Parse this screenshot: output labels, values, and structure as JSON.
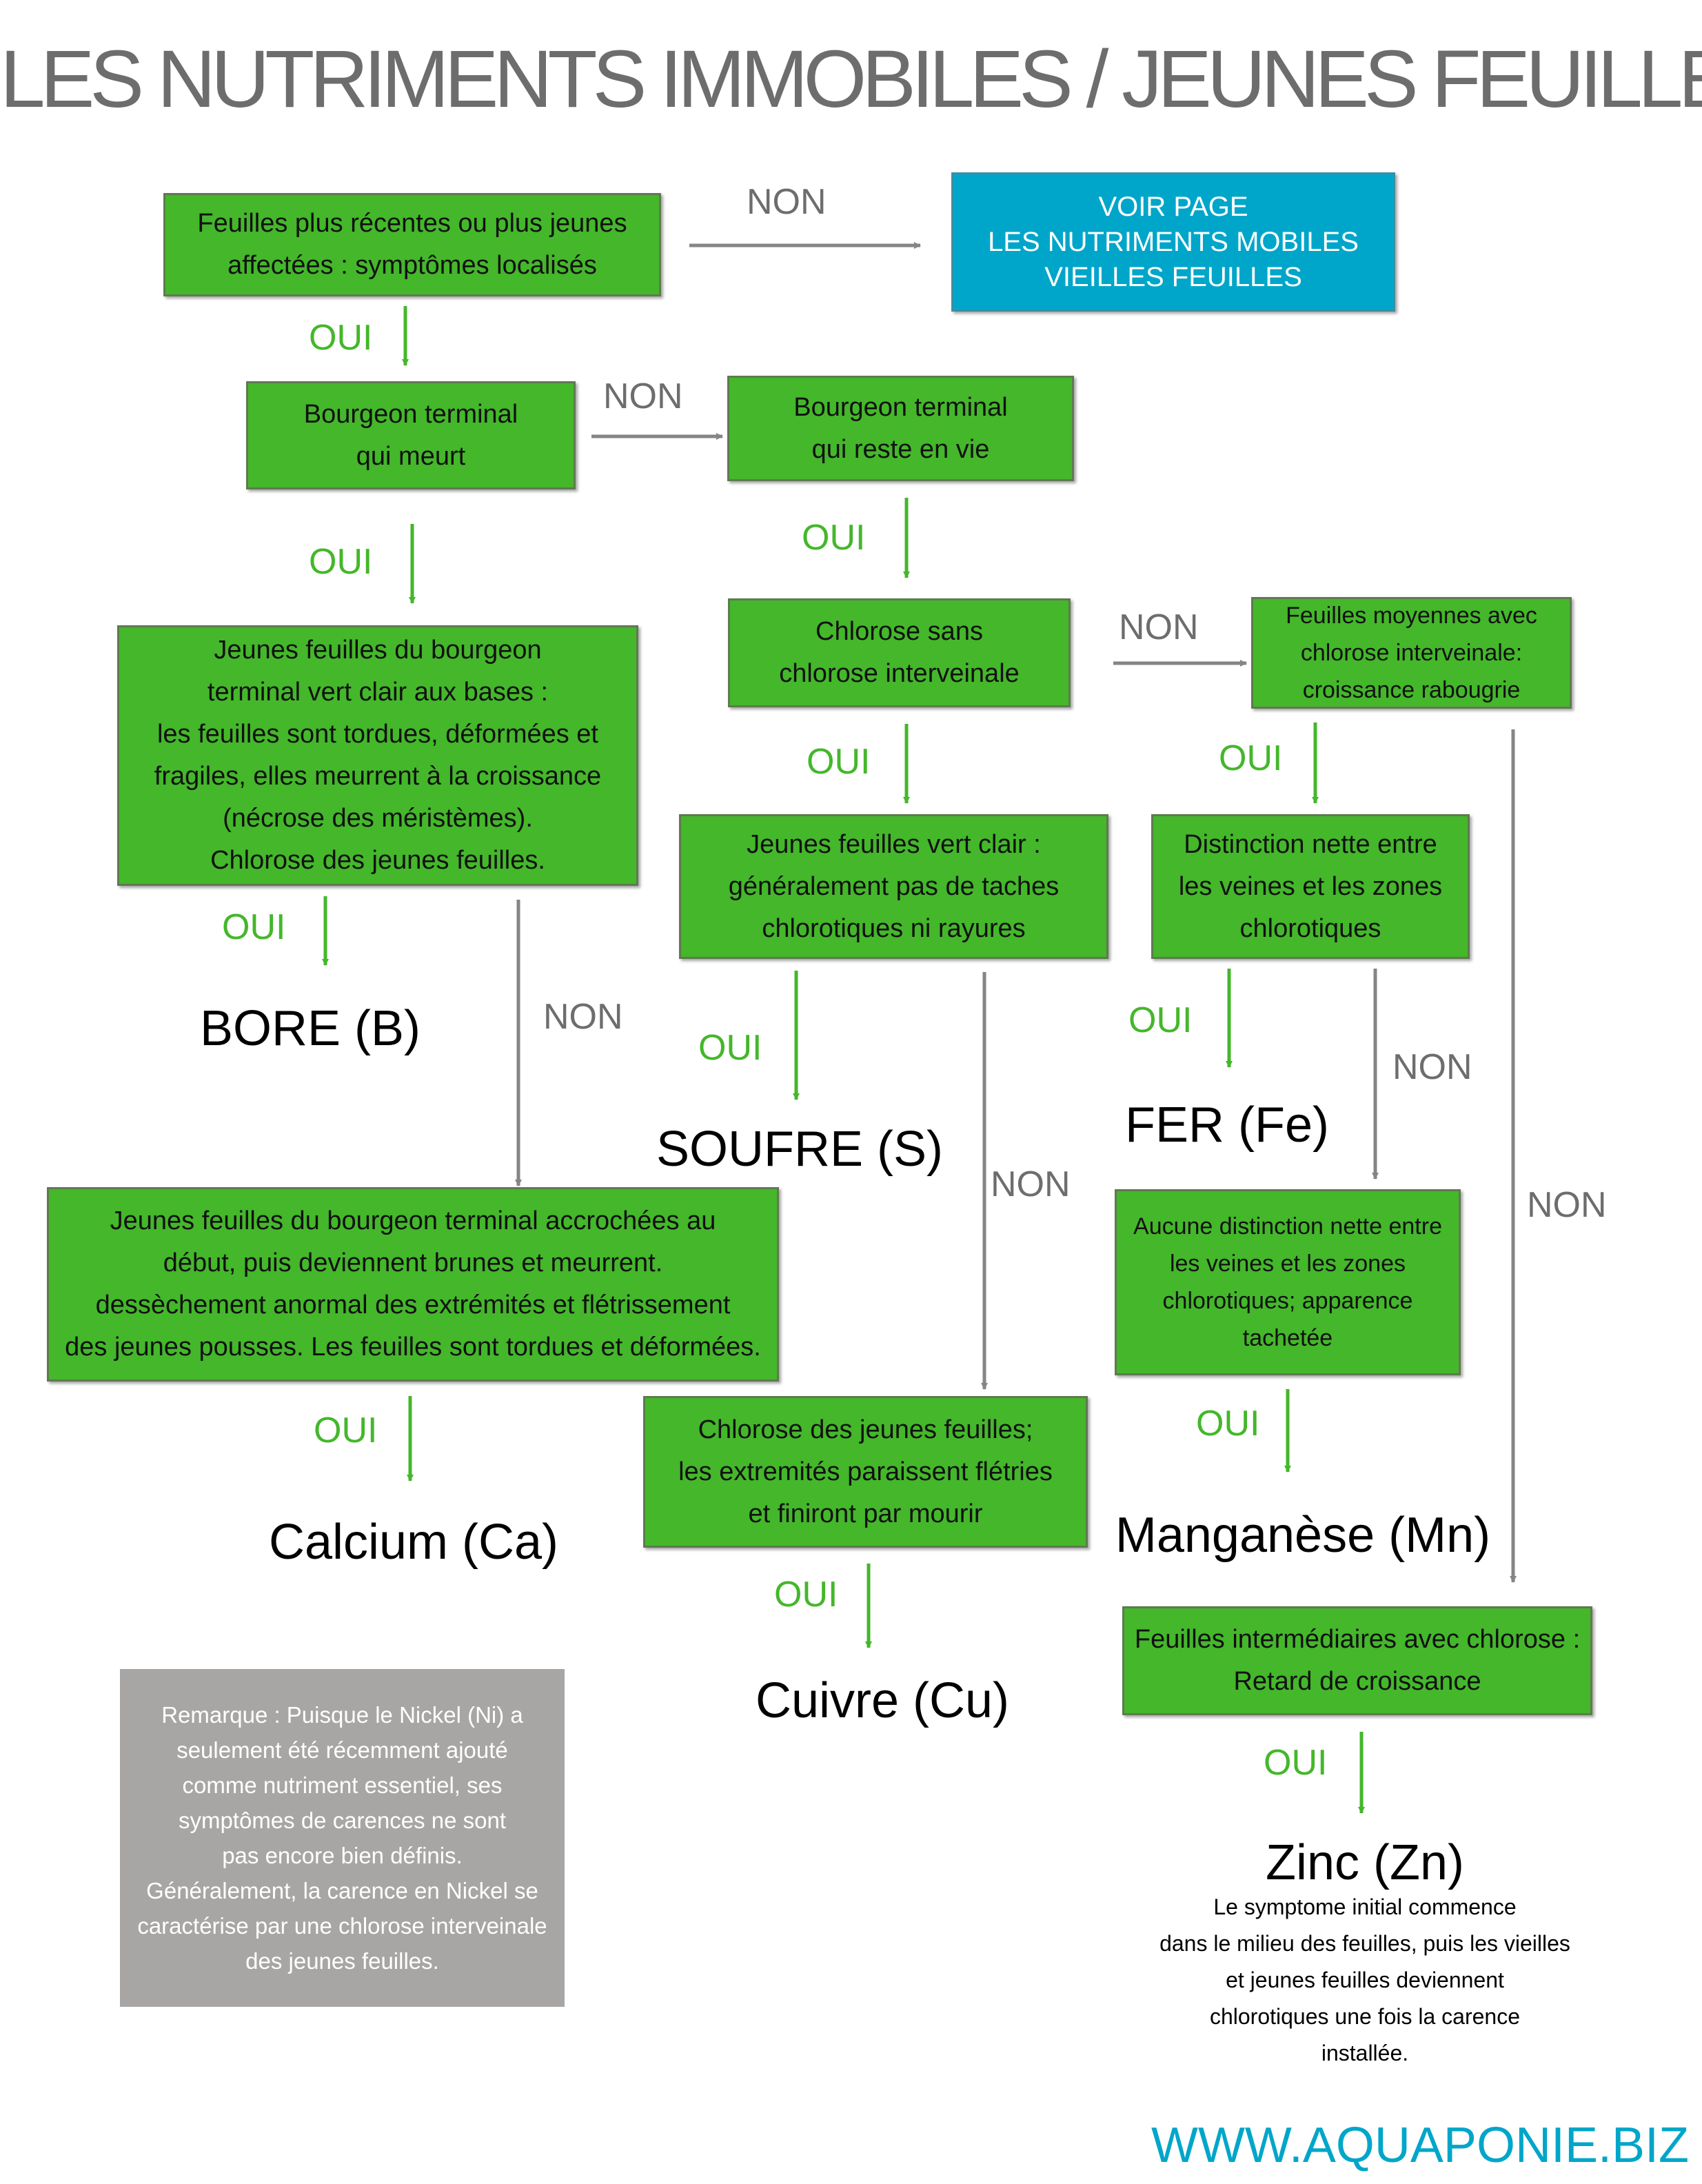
{
  "title": "LES NUTRIMENTS IMMOBILES / JEUNES FEUILLES",
  "boxes": {
    "q1": "Feuilles plus récentes ou plus jeunes\naffectées : symptômes localisés",
    "voir": "VOIR PAGE\nLES NUTRIMENTS MOBILES\nVIEILLES FEUILLES",
    "bourgeon_meurt": "Bourgeon terminal\nqui meurt",
    "bourgeon_vie": "Bourgeon terminal\nqui reste en vie",
    "bore_desc": "Jeunes feuilles du bourgeon\nterminal vert clair aux bases :\nles feuilles sont tordues, déformées et\nfragiles, elles meurrent à la croissance\n(nécrose des méristèmes).\nChlorose des jeunes feuilles.",
    "chlorose_sans": "Chlorose sans\nchlorose interveinale",
    "moyennes": "Feuilles moyennes avec\nchlorose interveinale:\ncroissance rabougrie",
    "soufre_desc": "Jeunes feuilles vert clair :\ngénéralement pas de taches\nchlorotiques ni rayures",
    "fer_desc": "Distinction nette entre\nles veines et les zones\nchlorotiques",
    "calcium_desc": "Jeunes feuilles du bourgeon terminal accrochées au\ndébut, puis deviennent brunes et meurrent.\ndessèchement anormal des extrémités et flétrissement\ndes jeunes pousses. Les feuilles sont tordues et déformées.",
    "cuivre_desc": "Chlorose des jeunes feuilles;\nles extremités paraissent flétries\net finiront par mourir",
    "manganese_desc": "Aucune distinction nette entre\nles veines et les zones\nchlorotiques; apparence\ntachetée",
    "zinc_desc": "Feuilles intermédiaires avec chlorose :\nRetard de croissance",
    "remarque": "Remarque : Puisque le Nickel (Ni) a\nseulement été récemment ajouté\ncomme nutriment essentiel, ses\nsymptômes de carences ne sont\npas encore bien définis.\nGénéralement, la carence en Nickel se\ncaractérise par une chlorose interveinale\ndes jeunes feuilles."
  },
  "labels": {
    "oui": "OUI",
    "non": "NON"
  },
  "results": {
    "bore": "BORE (B)",
    "soufre": "SOUFRE (S)",
    "fer": "FER (Fe)",
    "calcium": "Calcium (Ca)",
    "manganese": "Manganèse (Mn)",
    "cuivre": "Cuivre (Cu)",
    "zinc": "Zinc (Zn)"
  },
  "zinc_note": "Le symptome initial commence\ndans le milieu des feuilles, puis les vieilles\net jeunes feuilles deviennent\nchlorotiques une fois la carence\ninstallée.",
  "url": "WWW.AQUAPONIE.BIZ",
  "colors": {
    "green": "#44b72b",
    "blue": "#00a6c9",
    "grey_text": "#6d6d6d",
    "note_grey": "#a8a6a4",
    "arrow_grey": "#858585"
  }
}
